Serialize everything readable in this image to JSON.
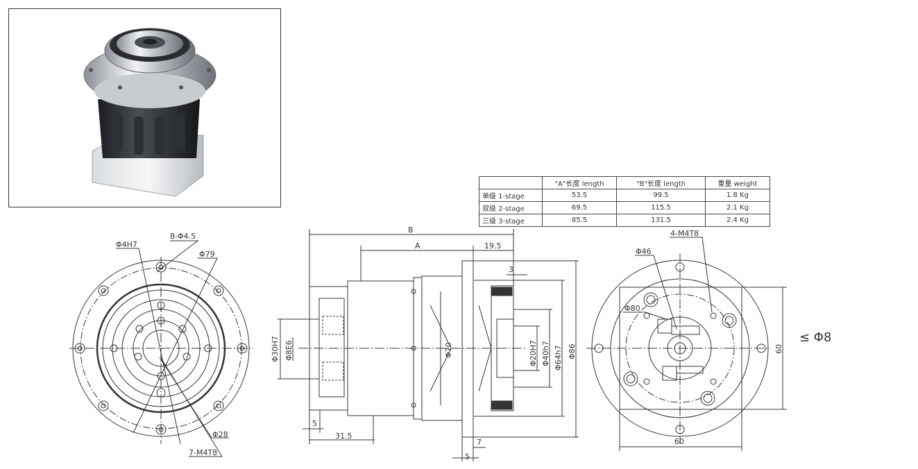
{
  "table": {
    "headers": [
      "",
      "\"A\"长度 length",
      "\"B\"长度 length",
      "重量 weight"
    ],
    "rows": [
      {
        "stage": "单级 1-stage",
        "a": "53.5",
        "b": "99.5",
        "weight": "1.8 Kg"
      },
      {
        "stage": "双级 2-stage",
        "a": "69.5",
        "b": "115.5",
        "weight": "2.1 Kg"
      },
      {
        "stage": "三级 3-stage",
        "a": "85.5",
        "b": "131.5",
        "weight": "2.4 Kg"
      }
    ]
  },
  "front_view": {
    "bore": "Φ4H7",
    "holes": "8-Φ4.5",
    "pcd": "Φ79",
    "inner": "Φ28",
    "thread": "7-M4T8"
  },
  "side_view": {
    "b": "B",
    "a": "A",
    "d19_5": "19.5",
    "d3": "3",
    "d30": "Φ30H7",
    "d8": "Φ8E6",
    "d70": "Φ70",
    "d20": "Φ20H7",
    "d40": "Φ40h7",
    "d64": "Φ64h7",
    "d86": "Φ86",
    "d5a": "5",
    "d31_5": "31.5",
    "d7": "7",
    "d5b": "5"
  },
  "rear_view": {
    "thread": "4-M4T8",
    "d46": "Φ46",
    "d80": "Φ80",
    "w60": "60",
    "h60": "60",
    "shaft": "≤ Φ8"
  },
  "colors": {
    "line": "#333333",
    "photo_bg": "#ffffff"
  }
}
